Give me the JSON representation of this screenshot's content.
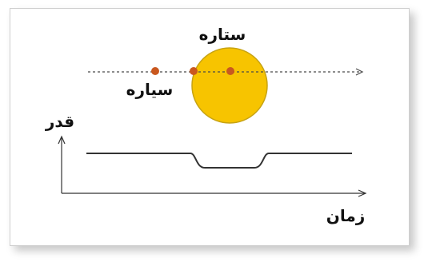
{
  "labels": {
    "star": "ستاره",
    "planet": "سیاره",
    "y_axis": "قدر",
    "x_axis": "زمان"
  },
  "colors": {
    "star_fill": "#f7c400",
    "star_stroke": "#c7a313",
    "planet": "#c9581f",
    "line": "#333333",
    "path": "#4a4a4a"
  },
  "icons": {
    "path_end": "arrow-right-icon",
    "y_axis_end": "arrow-up-icon",
    "x_axis_end": "arrow-right-icon"
  }
}
